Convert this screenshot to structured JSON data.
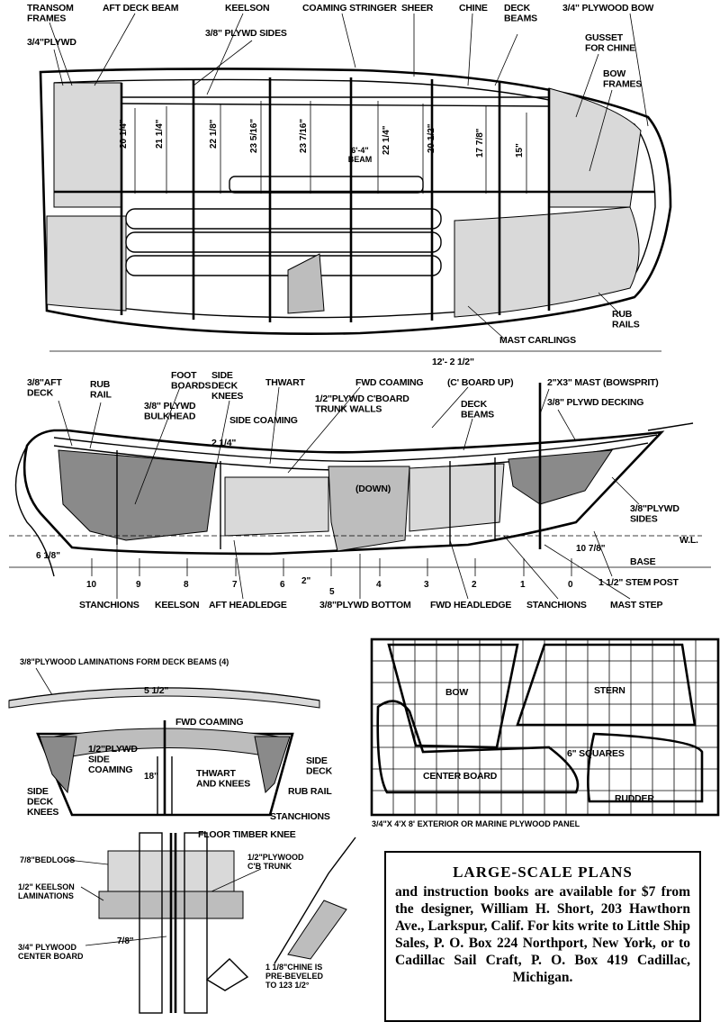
{
  "top_view": {
    "labels": {
      "transom_frames": "TRANSOM\nFRAMES",
      "aft_deck_beam": "AFT DECK BEAM",
      "keelson": "KEELSON",
      "coaming_stringer": "COAMING STRINGER",
      "sheer": "SHEER",
      "chine": "CHINE",
      "deck_beams": "DECK\nBEAMS",
      "plywd_bow": "3/4\" PLYWOOD BOW",
      "plywd_34": "3/4\"PLYWD",
      "plywd_sides": "3/8\" PLYWD SIDES",
      "gusset": "GUSSET\nFOR CHINE",
      "bow_frames": "BOW\nFRAMES",
      "rub_rails": "RUB\nRAILS",
      "mast_carlings": "MAST CARLINGS",
      "beam": "6'-4\"\nBEAM",
      "length": "12'- 2 1/2\""
    },
    "dims": [
      "20 1/4\"",
      "21 1/4\"",
      "22 1/8\"",
      "23 5/16\"",
      "23 7/16\"",
      "22 1/4\"",
      "20 1/2\"",
      "17 7/8\"",
      "15\""
    ]
  },
  "side_view": {
    "labels": {
      "aft_deck": "3/8\"AFT\nDECK",
      "rub_rail": "RUB\nRAIL",
      "foot_boards": "FOOT\nBOARDS",
      "plywd_bulkhead": "3/8\" PLYWD\nBULKHEAD",
      "side_deck_knees": "SIDE\nDECK\nKNEES",
      "thwart": "THWART",
      "fwd_coaming": "FWD COAMING",
      "cboard_up": "(C' BOARD UP)",
      "mast": "2\"X3\" MAST (BOWSPRIT)",
      "cboard_trunk": "1/2\"PLYWD C'BOARD\nTRUNK WALLS",
      "deck_beams": "DECK\nBEAMS",
      "side_coaming": "SIDE COAMING",
      "plywd_decking": "3/8\" PLYWD DECKING",
      "plywd_sides": "3/8\"PLYWD\nSIDES",
      "down": "(DOWN)",
      "wl": "W.L.",
      "base": "BASE",
      "stem_post": "1 1/2\" STEM POST",
      "stanchions_aft": "STANCHIONS",
      "keelson": "KEELSON",
      "aft_headledge": "AFT HEADLEDGE",
      "plywd_bottom": "3/8\"PLYWD BOTTOM",
      "fwd_headledge": "FWD HEADLEDGE",
      "stanchions_fwd": "STANCHIONS",
      "mast_step": "MAST STEP",
      "dim_2_1_4": "2 1/4\"",
      "dim_6_1_8": "6 1/8\"",
      "dim_2": "2\"",
      "dim_10_7_8": "10 7/8\""
    },
    "stations": [
      "10",
      "9",
      "8",
      "7",
      "6",
      "5",
      "4",
      "3",
      "2",
      "1",
      "0"
    ]
  },
  "section_view": {
    "labels": {
      "laminations": "3/8\"PLYWOOD LAMINATIONS FORM DECK BEAMS (4)",
      "dim_5_1_2": "5 1/2\"",
      "fwd_coaming": "FWD COAMING",
      "side_coaming": "1/2\"PLYWD\nSIDE\nCOAMING",
      "dim_18": "18\"",
      "thwart_knees": "THWART\nAND KNEES",
      "side_deck": "SIDE\nDECK",
      "rub_rail": "RUB RAIL",
      "side_deck_knees": "SIDE\nDECK\nKNEES",
      "stanchions": "STANCHIONS",
      "floor_timber": "FLOOR TIMBER KNEE"
    }
  },
  "detail_view": {
    "labels": {
      "bedlogs": "7/8\"BEDLOGS",
      "keelson_lam": "1/2\" KEELSON\nLAMINATIONS",
      "center_board": "3/4\" PLYWOOD\nCENTER BOARD",
      "cb_trunk": "1/2\"PLYWOOD\nC'B TRUNK",
      "dim_7_8": "7/8\"",
      "chine_note": "1 1/8\"CHINE IS\nPRE-BEVELED\nTO 123 1/2°"
    }
  },
  "panel_view": {
    "labels": {
      "bow": "BOW",
      "stern": "STERN",
      "squares": "6\" SQUARES",
      "center_board": "CENTER BOARD",
      "rudder": "RUDDER",
      "caption": "3/4\"X 4'X 8' EXTERIOR OR MARINE PLYWOOD PANEL"
    }
  },
  "info_box": {
    "title": "LARGE-SCALE PLANS",
    "body": "and instruction books are available for $7 from the designer, William H. Short, 203 Hawthorn Ave., Larkspur, Calif. For kits write to Little Ship Sales, P. O. Box 224 Northport, New York, or to Cadillac Sail Craft, P. O. Box 419 Cadillac, Michigan."
  }
}
